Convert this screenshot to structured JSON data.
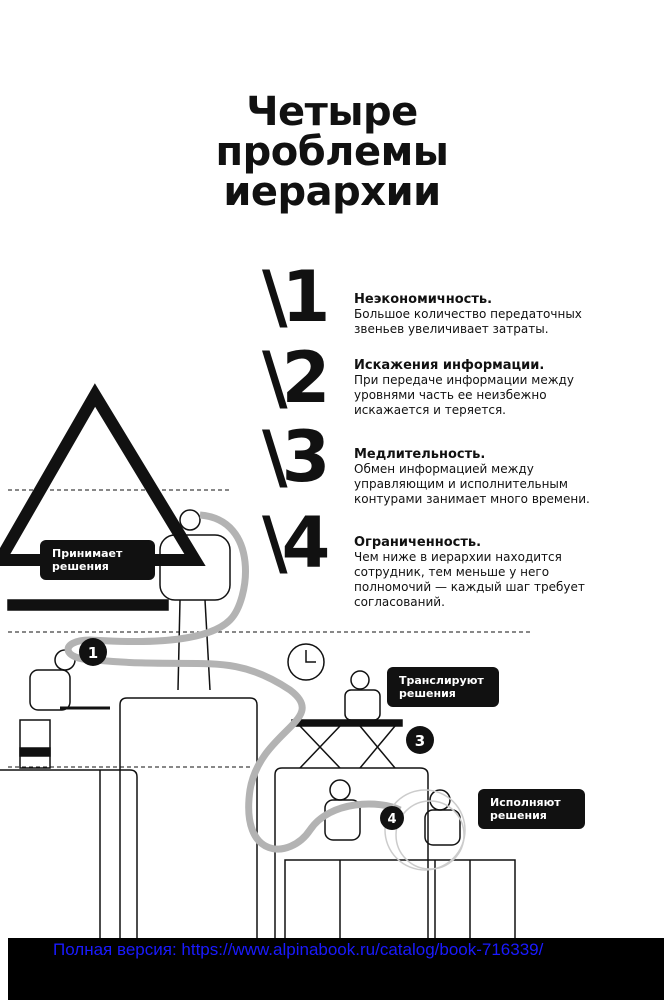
{
  "title": [
    "Четыре",
    "проблемы",
    "иерархии"
  ],
  "problems": [
    {
      "num": "\\1",
      "heading": "Неэкономичность.",
      "text": "Большое количество передаточных звеньев увеличивает затраты."
    },
    {
      "num": "\\2",
      "heading": "Искажения информации.",
      "text": "При передаче информации между уровнями часть ее неизбежно искажается и теряется."
    },
    {
      "num": "\\3",
      "heading": "Медлительность.",
      "text": "Обмен информацией между управляющим и исполнительным контурами занимает много времени."
    },
    {
      "num": "\\4",
      "heading": "Ограниченность.",
      "text": "Чем ниже в иерархии находится сотрудник, тем меньше у него полномочий — каждый шаг требует согласований."
    }
  ],
  "labels": {
    "decide": "Принимает решения",
    "broadcast": "Транслируют решения",
    "execute": "Исполняют решения"
  },
  "badges": [
    "1",
    "3",
    "4"
  ],
  "footer": {
    "link": "Полная версия: https://www.alpinabook.ru/catalog/book-716339/"
  }
}
